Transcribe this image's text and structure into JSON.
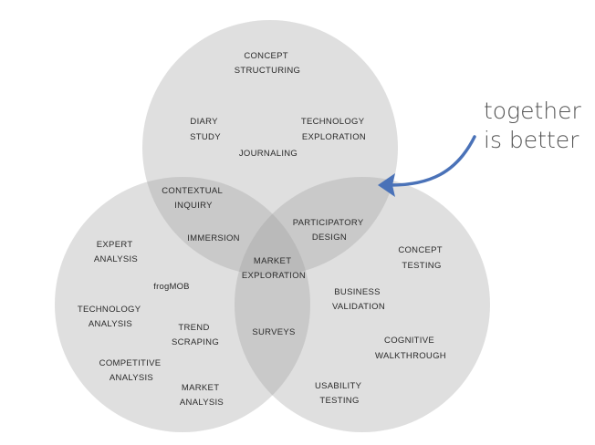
{
  "colors": {
    "circle_fill": "#9a9a9a",
    "circle_opacity": 0.32,
    "arrow": "#4a72b8",
    "callout_text": "#555555",
    "label_text": "#2a2a2a"
  },
  "callout": {
    "line1": "together",
    "line2": "is better"
  },
  "labels": {
    "concept_structuring": [
      "CONCEPT",
      "STRUCTURING"
    ],
    "diary_study": [
      "DIARY",
      "STUDY"
    ],
    "technology_exploration": [
      "TECHNOLOGY",
      "EXPLORATION"
    ],
    "journaling": [
      "JOURNALING"
    ],
    "contextual_inquiry": [
      "CONTEXTUAL",
      "INQUIRY"
    ],
    "participatory_design": [
      "PARTICIPATORY",
      "DESIGN"
    ],
    "immersion": [
      "IMMERSION"
    ],
    "market_exploration": [
      "MARKET",
      "EXPLORATION"
    ],
    "expert_analysis": [
      "EXPERT",
      "ANALYSIS"
    ],
    "frogmob": [
      "frogMOB"
    ],
    "technology_analysis": [
      "TECHNOLOGY",
      "ANALYSIS"
    ],
    "trend_scraping": [
      "TREND",
      "SCRAPING"
    ],
    "competitive_analysis": [
      "COMPETITIVE",
      "ANALYSIS"
    ],
    "market_analysis": [
      "MARKET",
      "ANALYSIS"
    ],
    "surveys": [
      "SURVEYS"
    ],
    "concept_testing": [
      "CONCEPT",
      "TESTING"
    ],
    "business_validation": [
      "BUSINESS",
      "VALIDATION"
    ],
    "cognitive_walkthrough": [
      "COGNITIVE",
      "WALKTHROUGH"
    ],
    "usability_testing": [
      "USABILITY",
      "TESTING"
    ]
  }
}
